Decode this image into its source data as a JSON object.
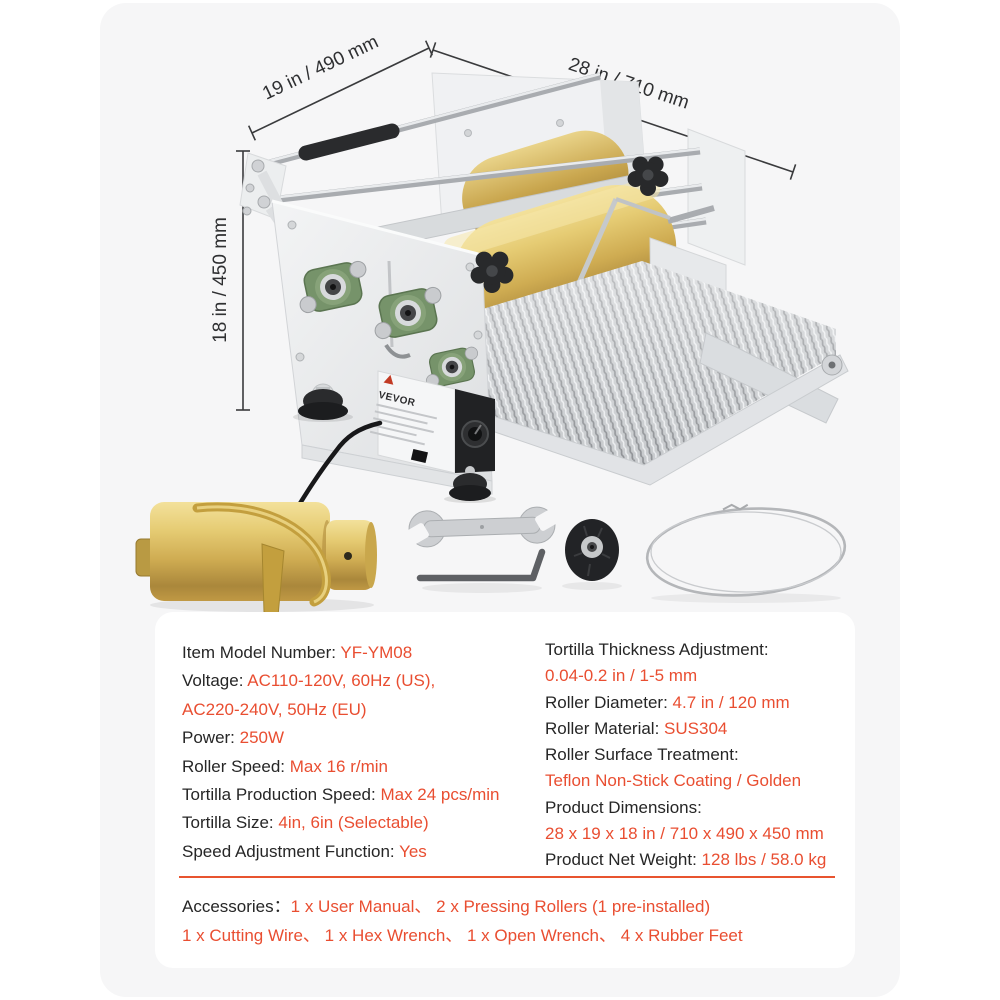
{
  "dimensions": {
    "width_label": "19 in / 490 mm",
    "length_label": "28 in / 710 mm",
    "height_label": "18 in / 450 mm"
  },
  "machine": {
    "brand": "VEVOR"
  },
  "specs": {
    "left": [
      {
        "label": "Item Model Number: ",
        "value": "YF-YM08"
      },
      {
        "label": "Voltage: ",
        "value": "AC110-120V, 60Hz (US),"
      },
      {
        "label": "",
        "value": "AC220-240V, 50Hz (EU)"
      },
      {
        "label": "Power: ",
        "value": "250W"
      },
      {
        "label": "Roller Speed: ",
        "value": "Max 16 r/min"
      },
      {
        "label": "Tortilla Production Speed: ",
        "value": "Max 24 pcs/min"
      },
      {
        "label": "Tortilla Size: ",
        "value": "4in, 6in (Selectable)"
      },
      {
        "label": "Speed Adjustment Function: ",
        "value": "Yes"
      }
    ],
    "right": [
      {
        "label": "Tortilla Thickness Adjustment:",
        "value": ""
      },
      {
        "label": "",
        "value": "0.04-0.2 in / 1-5 mm"
      },
      {
        "label": "Roller Diameter: ",
        "value": "4.7 in / 120 mm"
      },
      {
        "label": "Roller Material: ",
        "value": "SUS304"
      },
      {
        "label": "Roller Surface Treatment:",
        "value": ""
      },
      {
        "label": "",
        "value": "Teflon Non-Stick Coating / Golden"
      },
      {
        "label": "Product Dimensions:",
        "value": ""
      },
      {
        "label": "",
        "value": "28 x 19 x 18 in / 710 x 490 x 450 mm"
      },
      {
        "label": "Product Net Weight: ",
        "value": "128 lbs / 58.0 kg"
      }
    ]
  },
  "accessories": {
    "label": "Accessories：",
    "line1": "1 x User Manual、 2 x Pressing Rollers (1 pre-installed)",
    "line2": "1 x Cutting Wire、 1 x Hex Wrench、 1 x Open Wrench、 4 x Rubber Feet"
  },
  "colors": {
    "accent": "#E94E31",
    "divider": "#E8542F",
    "text_dark": "#262626",
    "card_bg": "#F6F6F7",
    "panel_bg": "#FFFFFF",
    "roller_gold": "#CFAC52",
    "bearing_green": "#76936A",
    "dimension_line": "#3A3B3D"
  }
}
